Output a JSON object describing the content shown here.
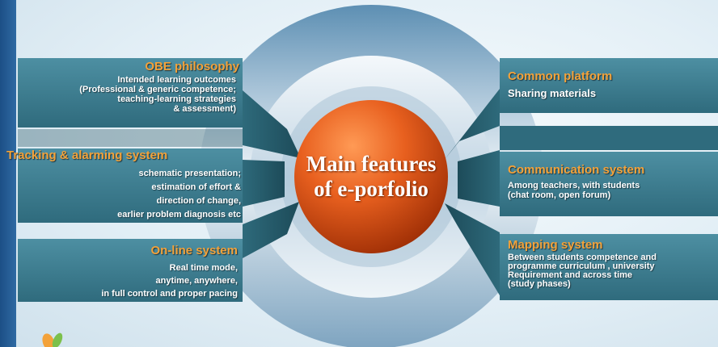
{
  "center": {
    "line1": "Main features",
    "line2": "of e-porfolio"
  },
  "left_features": [
    {
      "title": "OBE philosophy",
      "lines": [
        "Intended learning outcomes",
        "(Professional & generic competence;",
        "teaching-learning strategies",
        "& assessment)"
      ]
    },
    {
      "title": "Tracking & alarming system",
      "lines": [
        "schematic presentation;",
        "estimation of effort &",
        "direction of change,",
        "earlier problem diagnosis  etc"
      ]
    },
    {
      "title": "On-line system",
      "lines": [
        "Real time mode,",
        "anytime, anywhere,",
        "in full control and proper pacing"
      ]
    }
  ],
  "right_features": [
    {
      "title": "Common platform",
      "lines": [
        "Sharing materials"
      ]
    },
    {
      "title": "Communication system",
      "lines": [
        "Among teachers, with students",
        "(chat room, open forum)"
      ]
    },
    {
      "title": "Mapping system",
      "lines": [
        "Between students competence and",
        "programme curriculum , university",
        "Requirement and across time",
        "(study phases)"
      ]
    }
  ],
  "colors": {
    "accent_title": "#f3a23a",
    "panel": "#3e7f92",
    "ring": "#c6d8e6",
    "center_circle": "#e0561c",
    "sidebar": "#1f548c"
  }
}
